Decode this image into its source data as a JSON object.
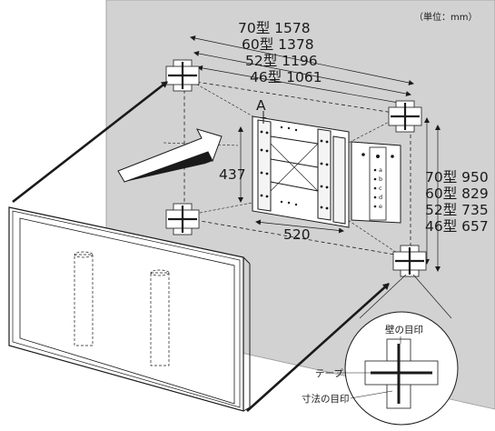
{
  "unit_note": "（単位：mm）",
  "horizontal_dimensions": [
    {
      "model": "70型",
      "value": "1578"
    },
    {
      "model": "60型",
      "value": "1378"
    },
    {
      "model": "52型",
      "value": "1196"
    },
    {
      "model": "46型",
      "value": "1061"
    }
  ],
  "vertical_dimensions": [
    {
      "model": "70型",
      "value": "950"
    },
    {
      "model": "60型",
      "value": "829"
    },
    {
      "model": "52型",
      "value": "735"
    },
    {
      "model": "46型",
      "value": "657"
    }
  ],
  "bracket_height": "437",
  "bracket_width": "520",
  "dimension_a": "A",
  "callout": {
    "wall_mark": "壁の目印",
    "tape": "テープ",
    "measure_mark": "寸法の目印"
  },
  "detail_hole_letters": [
    "a",
    "b",
    "c",
    "d",
    "e"
  ],
  "colors": {
    "wall": "#d2d2d2",
    "outline": "#1a1a1a",
    "mark": "#ffffff"
  }
}
